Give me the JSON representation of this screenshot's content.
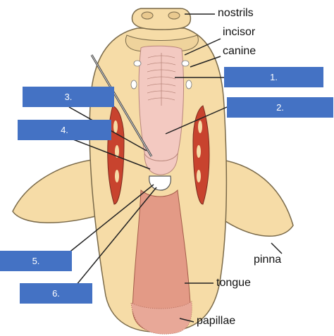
{
  "labels": {
    "nostrils": "nostrils",
    "incisor": "incisor",
    "canine": "canine",
    "pinna": "pinna",
    "tongue": "tongue",
    "papillae": "papillae"
  },
  "boxes": {
    "b1": "1.",
    "b2": "2.",
    "b3": "3.",
    "b4": "4.",
    "b5": "5.",
    "b6": "6."
  },
  "colors": {
    "box_fill": "#4472c4",
    "skin": "#f6dca7",
    "outline": "#7a6a4a",
    "palate": "#f3c9c1",
    "tongue": "#e39a86",
    "muscle": "#c8432e",
    "line": "#222222"
  }
}
